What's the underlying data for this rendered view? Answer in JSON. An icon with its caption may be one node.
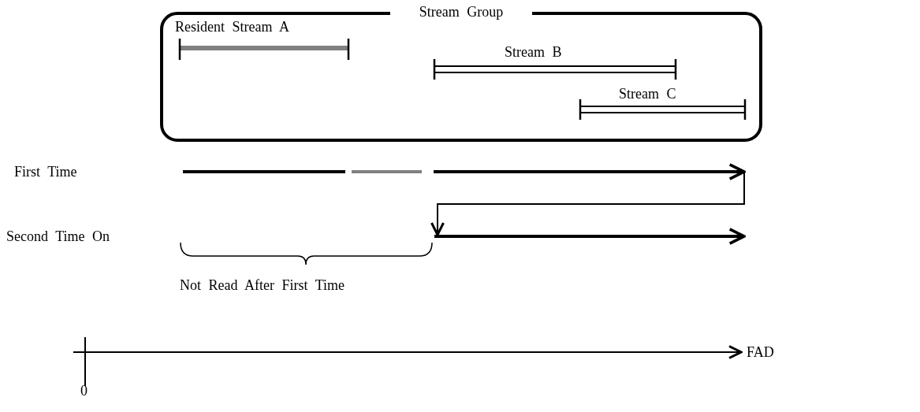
{
  "diagram": {
    "nodes": [
      {
        "text": [
          "Stream Group"
        ]
      }
    ],
    "labels": [
      "Resident Stream A",
      "Stream B",
      "Stream C",
      "First Time",
      "Second Time On",
      "Not Read After First Time",
      "0",
      "FAD"
    ]
  }
}
